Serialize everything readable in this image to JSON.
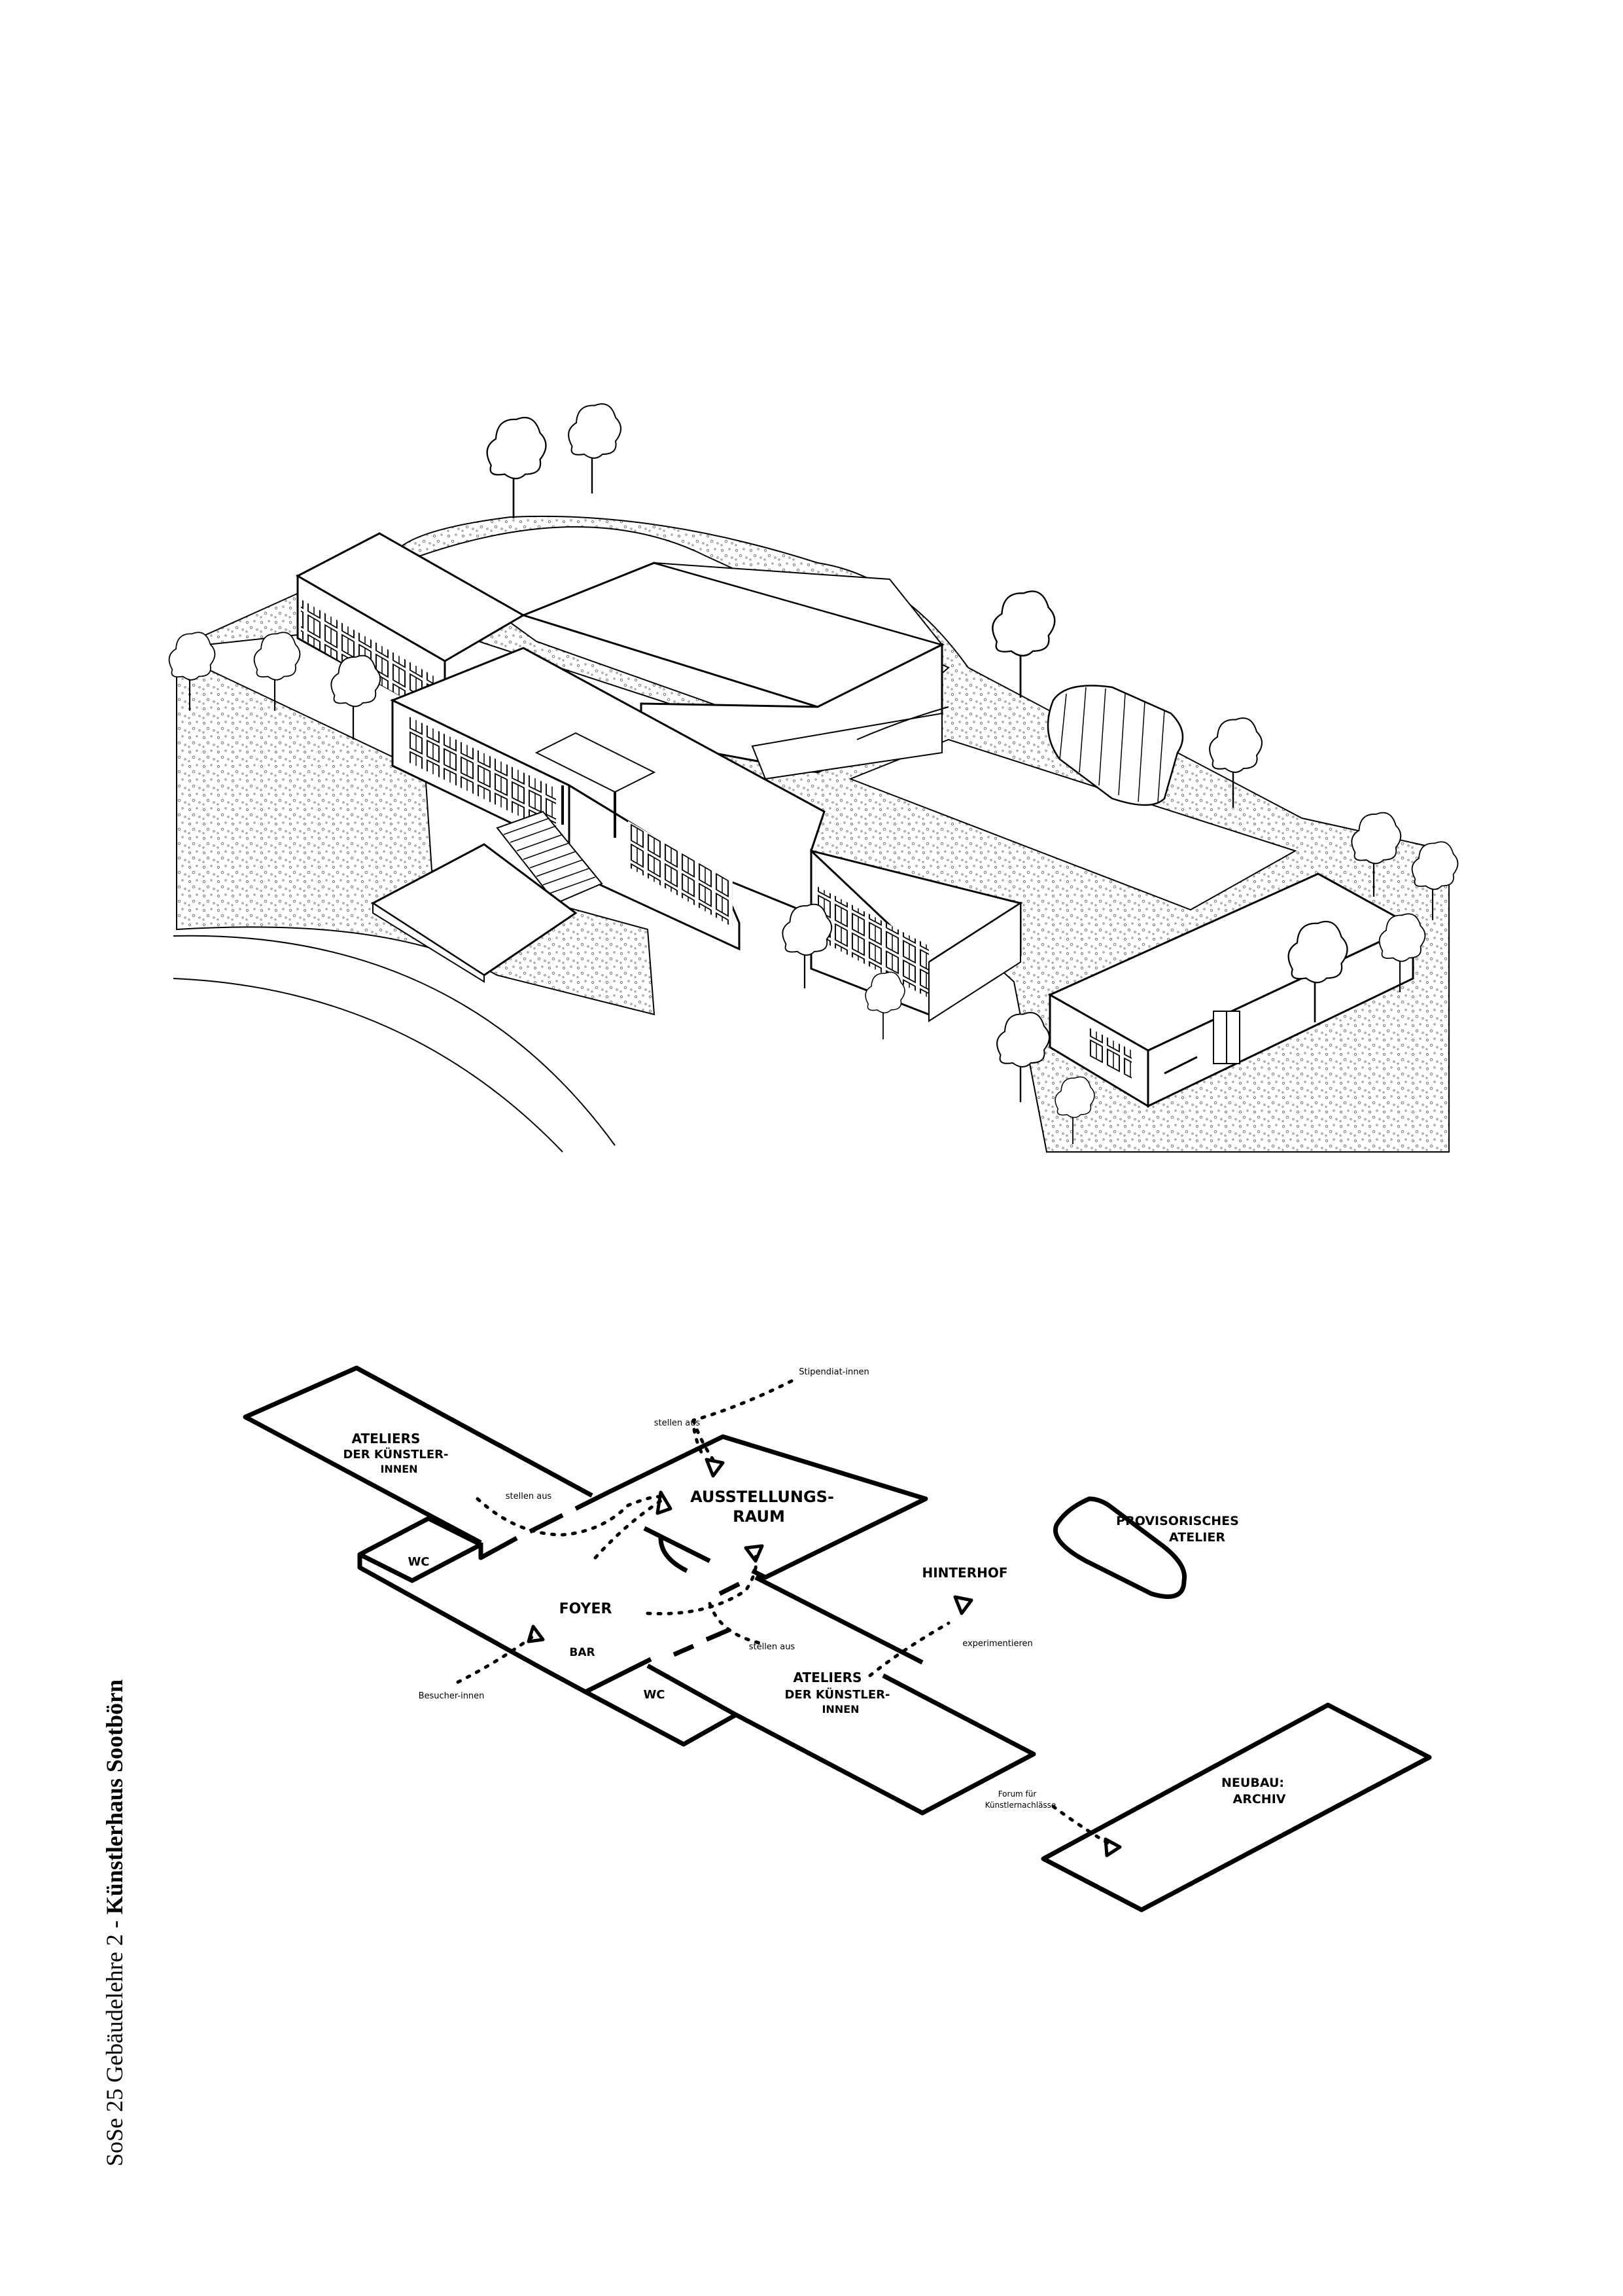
{
  "caption": {
    "course": "SoSe 25 Gebäudelehre  2 - ",
    "project": "Künstlerhaus Sootbörn"
  },
  "diagram": {
    "rooms": {
      "ateliers_left": [
        "ATELIERS",
        "DER KÜNSTLER-",
        "INNEN"
      ],
      "wc_left": "WC",
      "ausstellungsraum": [
        "AUSSTELLUNGS-",
        "RAUM"
      ],
      "foyer": "FOYER",
      "bar": "BAR",
      "wc_bottom": "WC",
      "ateliers_right": [
        "ATELIERS",
        "DER KÜNSTLER-",
        "INNEN"
      ],
      "hinterhof": "HINTERHOF",
      "provisorisches_atelier": [
        "PROVISORISCHES",
        "ATELIER"
      ],
      "neubau_archiv": [
        "NEUBAU:",
        "ARCHIV"
      ]
    },
    "flows": {
      "stipendiat": "Stipendiat-innen",
      "stellen_aus_top": "stellen aus",
      "stellen_aus_left": "stellen aus",
      "stellen_aus_right": "stellen aus",
      "besucher": "Besucher-innen",
      "experimentieren": "experimentieren",
      "forum": [
        "Forum für",
        "Künstlernachlässe"
      ]
    }
  }
}
